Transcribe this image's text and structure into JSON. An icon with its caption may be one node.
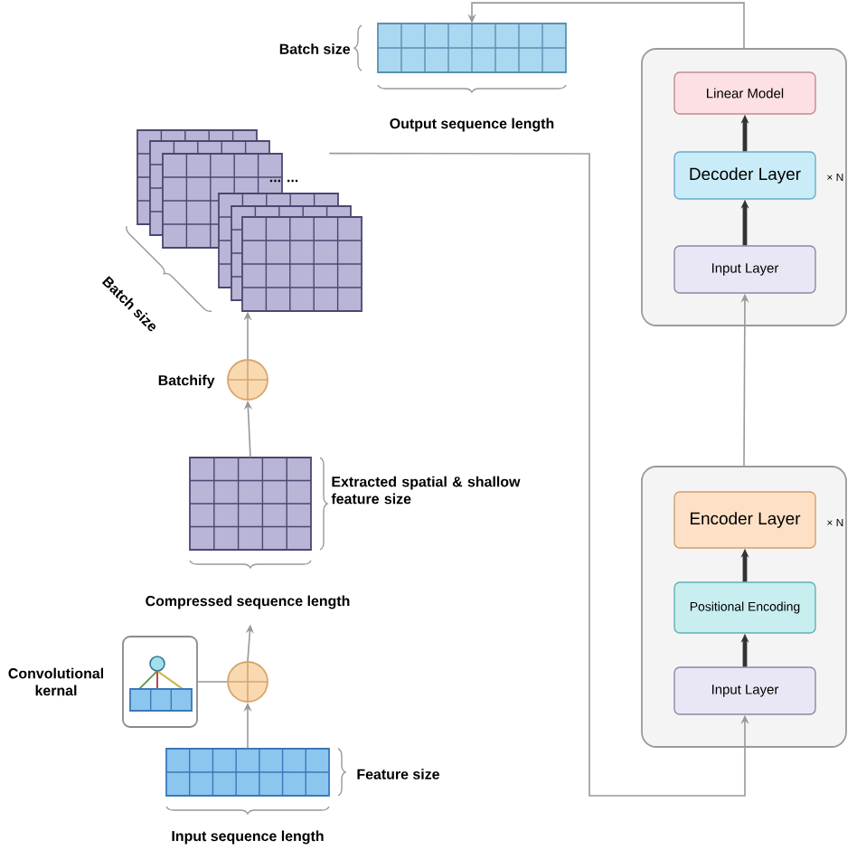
{
  "diagram": {
    "nodes": [
      {
        "text": [],
        "shape": "grid",
        "beside": [
          "Batch size",
          "Output sequence length"
        ]
      },
      {
        "text": [],
        "shape": "box"
      },
      {
        "text": [
          "Linear Model"
        ],
        "in": 1
      },
      {
        "text": [
          "Decoder Layer"
        ],
        "in": 1,
        "beside": [
          "× N"
        ]
      },
      {
        "text": [
          "Input Layer"
        ],
        "in": 1
      },
      {
        "text": [],
        "shape": "grid",
        "beside": [
          "Batch size"
        ]
      },
      {
        "text": [],
        "shape": "circle",
        "beside": [
          "Batchify"
        ]
      },
      {
        "text": [],
        "shape": "grid",
        "beside": [
          "Extracted spatial & shallow feature size",
          "Compressed sequence length"
        ]
      },
      {
        "text": [],
        "shape": "box"
      },
      {
        "text": [
          "Encoder Layer"
        ],
        "in": 8,
        "beside": [
          "× N"
        ]
      },
      {
        "text": [
          "Positional Encoding"
        ],
        "in": 8
      },
      {
        "text": [
          "Input Layer"
        ],
        "in": 8
      },
      {
        "text": [],
        "shape": "box",
        "beside": [
          "Convolutional kernal"
        ]
      },
      {
        "text": [],
        "shape": "circle"
      },
      {
        "text": [],
        "shape": "grid",
        "beside": [
          "Feature size",
          "Input sequence length"
        ]
      }
    ],
    "edges": [
      {
        "from": 14,
        "to": 13,
        "arrow": "to"
      },
      {
        "from": 12,
        "to": 13,
        "arrow": "none"
      },
      {
        "from": 13,
        "to": 7,
        "arrow": "to"
      },
      {
        "from": 7,
        "to": 6,
        "arrow": "to"
      },
      {
        "from": 6,
        "to": 5,
        "arrow": "to"
      },
      {
        "from": 5,
        "to": 11,
        "arrow": "to"
      },
      {
        "from": 11,
        "to": 10,
        "arrow": "to",
        "style": "thick",
        "color": "#333333"
      },
      {
        "from": 10,
        "to": 9,
        "arrow": "to",
        "style": "thick",
        "color": "#333333"
      },
      {
        "from": 8,
        "to": 4,
        "arrow": "to"
      },
      {
        "from": 4,
        "to": 3,
        "arrow": "to",
        "style": "thick",
        "color": "#333333"
      },
      {
        "from": 3,
        "to": 2,
        "arrow": "to",
        "style": "thick",
        "color": "#333333"
      },
      {
        "from": 1,
        "to": 0,
        "arrow": "to"
      }
    ],
    "labels": [
      "... ..."
    ]
  }
}
